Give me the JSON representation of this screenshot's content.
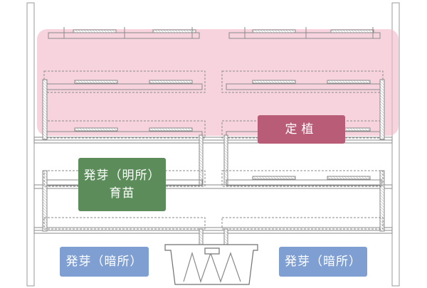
{
  "labels": {
    "teisyoku": "定植",
    "hatsuga_mei_line1": "発芽（明所）",
    "hatsuga_mei_line2": "育苗",
    "hatsuga_an_left": "発芽（暗所）",
    "hatsuga_an_right": "発芽（暗所）"
  },
  "colors": {
    "highlight": "#f2b8c6",
    "teisyoku_box": "#b85c78",
    "meisho_box": "#5b8c5a",
    "ansho_box": "#7f9fd2",
    "line": "#8a8a8a"
  }
}
